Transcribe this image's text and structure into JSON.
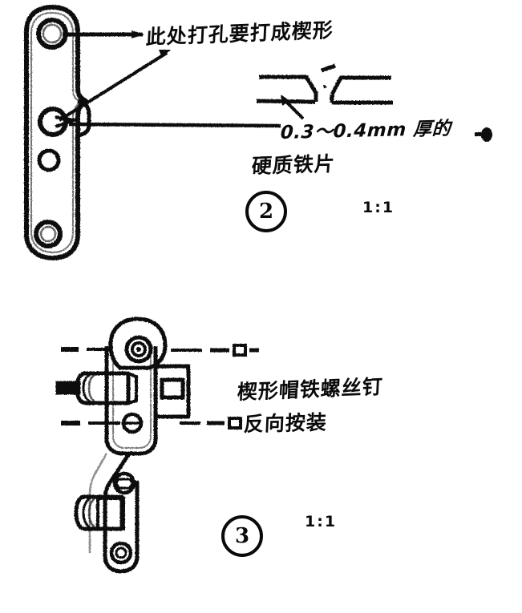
{
  "document": {
    "kind": "hand-drawn mechanical assembly sketch",
    "background_color": "#ffffff",
    "ink_color": "#0a0a0a"
  },
  "figures": [
    {
      "id": "figure-2",
      "step_number": "②",
      "step_label": "2",
      "scale_mark": "1:1",
      "annotations": {
        "hole_note": "此处打孔要打成楔形",
        "material_note_line1": "0.3～0.4mm 厚的",
        "material_note_line2": "硬质铁片"
      },
      "parts": {
        "link_plate": "four-hole link plate",
        "cross_section": "wedge hole cross-section detail"
      }
    },
    {
      "id": "figure-3",
      "step_number": "③",
      "step_label": "3",
      "scale_mark": "1:1",
      "annotations": {
        "screw_note_line1": "楔形帽铁螺丝钉",
        "screw_note_line2": "反向按装"
      },
      "parts": {
        "assembly": "lever with wedge-head screws mounted in reverse"
      }
    }
  ]
}
